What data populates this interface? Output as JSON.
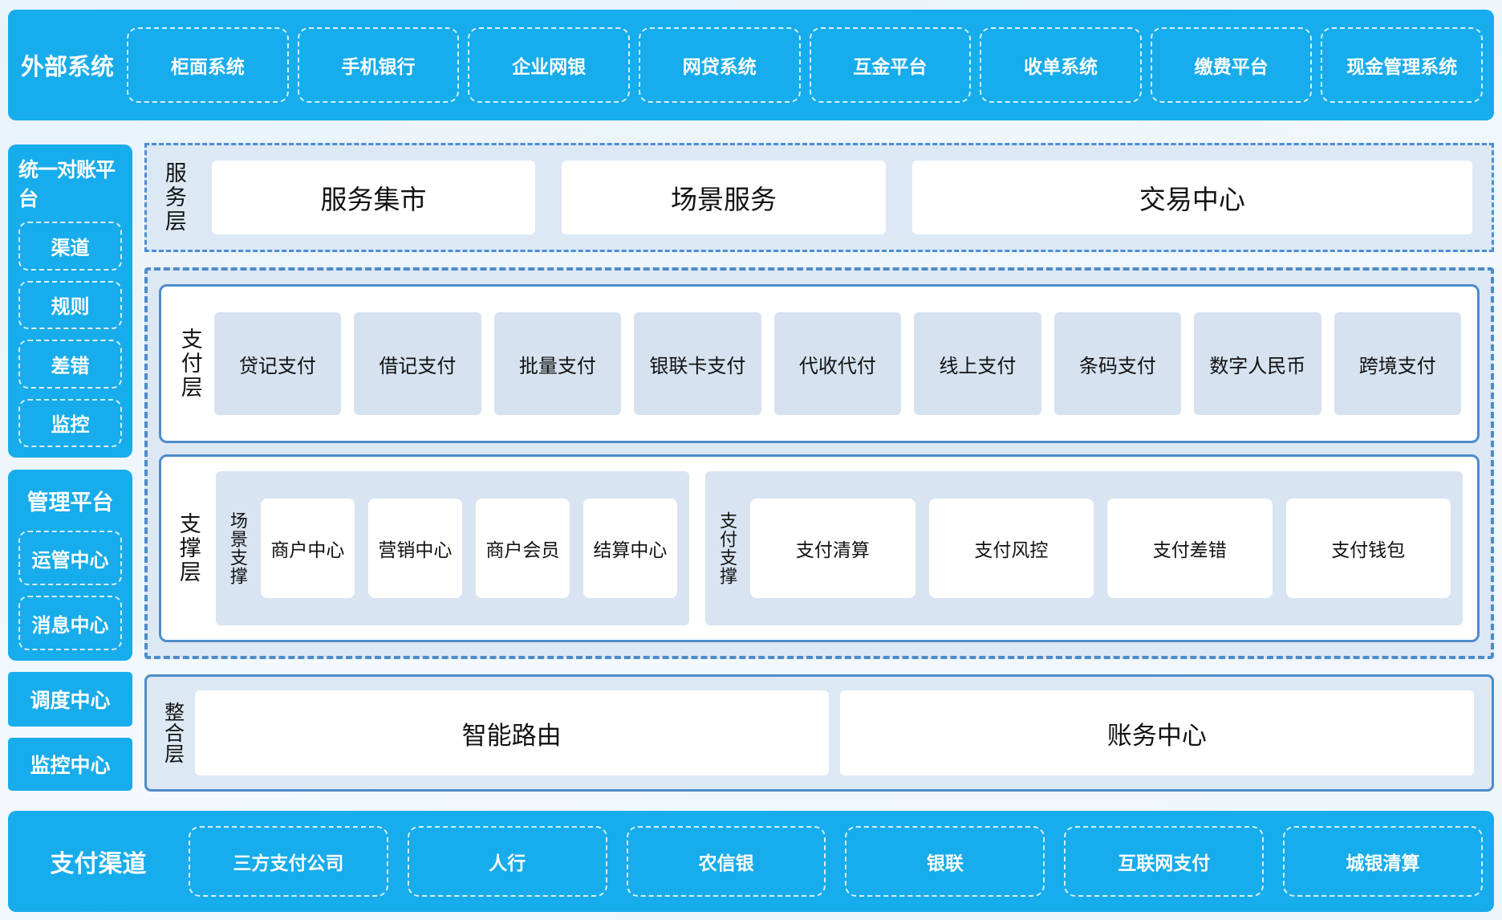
{
  "colors": {
    "brand_blue": "#17aceb",
    "panel_light_blue": "#dde8f5",
    "item_light_blue": "#d6e2f0",
    "border_blue": "#4e8cc9",
    "text_dark": "#111111",
    "text_on_blue": "#ffffff"
  },
  "top_bar": {
    "label": "外部系统",
    "items": [
      "柜面系统",
      "手机银行",
      "企业网银",
      "网贷系统",
      "互金平台",
      "收单系统",
      "缴费平台",
      "现金管理系统"
    ]
  },
  "sidebar": {
    "blocks": [
      {
        "title": "统一对账平台",
        "items": [
          "渠道",
          "规则",
          "差错",
          "监控"
        ]
      },
      {
        "title": "管理平台",
        "items": [
          "运管中心",
          "消息中心"
        ]
      }
    ],
    "solo_boxes": [
      "调度中心",
      "监控中心"
    ]
  },
  "layers": {
    "service": {
      "label": "服务层",
      "items": [
        "服务集市",
        "场景服务",
        "交易中心"
      ]
    },
    "payment": {
      "label": "支付层",
      "items": [
        "贷记支付",
        "借记支付",
        "批量支付",
        "银联卡支付",
        "代收代付",
        "线上支付",
        "条码支付",
        "数字人民币",
        "跨境支付"
      ]
    },
    "support": {
      "label": "支撑层",
      "groups": [
        {
          "label": "场景支撑",
          "items": [
            "商户中心",
            "营销中心",
            "商户会员",
            "结算中心"
          ]
        },
        {
          "label": "支付支撑",
          "items": [
            "支付清算",
            "支付风控",
            "支付差错",
            "支付钱包"
          ]
        }
      ]
    },
    "integration": {
      "label": "整合层",
      "items": [
        "智能路由",
        "账务中心"
      ]
    }
  },
  "bottom_bar": {
    "label": "支付渠道",
    "items": [
      "三方支付公司",
      "人行",
      "农信银",
      "银联",
      "互联网支付",
      "城银清算"
    ]
  }
}
